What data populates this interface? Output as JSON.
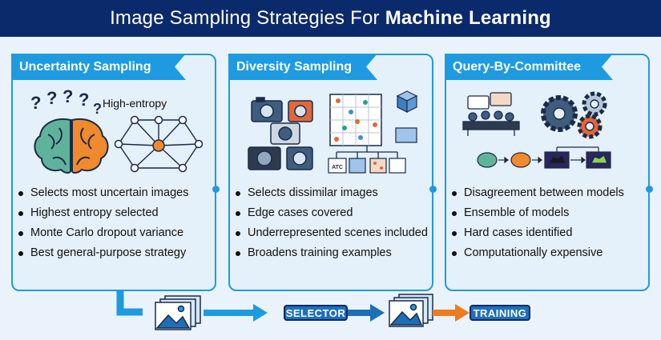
{
  "header": {
    "title_regular": "Image Sampling Strategies For",
    "title_bold": "Machine Learning"
  },
  "colors": {
    "header_bg": "#0b2a6b",
    "accent": "#1e9be0",
    "panel_bg": "#e4f0fa",
    "training_arrow": "#f07a1f"
  },
  "panels": [
    {
      "title": "Uncertainty Sampling",
      "illustration_label": "High-entropy",
      "icons": [
        "brain-icon",
        "question-mark-icon",
        "network-icon"
      ],
      "bullets": [
        "Selects most uncertain images",
        "Highest entropy selected",
        "Monte Carlo dropout variance",
        "Best general-purpose strategy"
      ]
    },
    {
      "title": "Diversity Sampling",
      "illustration_label": "ATC",
      "icons": [
        "camera-icon",
        "scatter-grid-icon",
        "cube-icon",
        "tree-icon"
      ],
      "bullets": [
        "Selects dissimilar images",
        "Edge cases covered",
        "Underrepresented scenes included",
        "Broadens training examples"
      ]
    },
    {
      "title": "Query-By-Committee",
      "icons": [
        "committee-icon",
        "gears-icon",
        "brain-to-model-icon"
      ],
      "bullets": [
        "Disagreement between models",
        "Ensemble of models",
        "Hard cases identified",
        "Computationally expensive"
      ]
    }
  ],
  "flow": {
    "selector_label": "SELECTOR",
    "training_label": "TRAINING",
    "icons": [
      "image-stack-icon",
      "arrow-right-icon"
    ]
  }
}
